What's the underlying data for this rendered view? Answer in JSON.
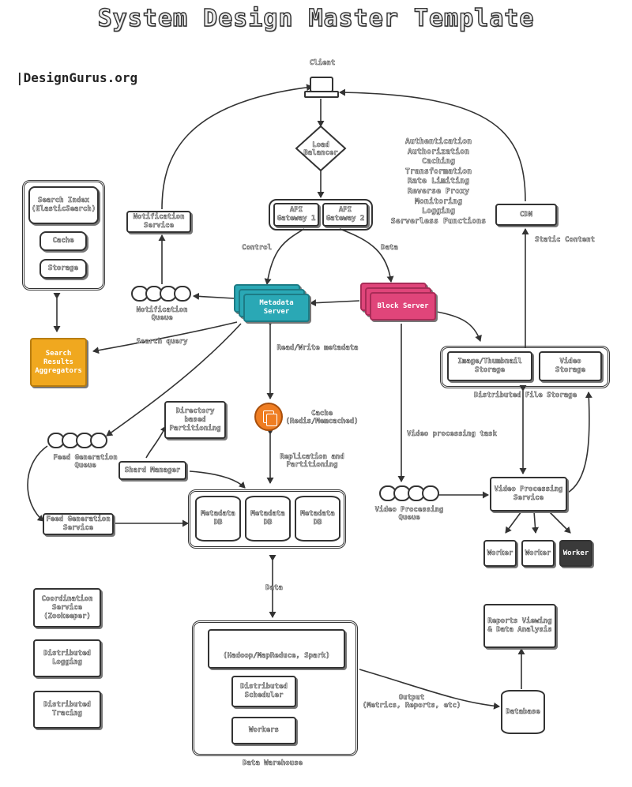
{
  "title": "System Design Master Template",
  "brand": "|DesignGurus.org",
  "nodes": {
    "client": "Client",
    "load_balancer": "Load\nBalancer",
    "api_gateway_1": "API\nGateway 1",
    "api_gateway_2": "API\nGateway 2",
    "gateway_features": [
      "Authentication",
      "Authorization",
      "Caching",
      "Transformation",
      "Rate Limiting",
      "Reverse Proxy",
      "Monitoring",
      "Logging",
      "Serverless Functions"
    ],
    "cdn": "CDN",
    "notification_service": "Notification\nService",
    "notification_queue": "Notification\nQueue",
    "search_index": "Search Index\n(ElasticSearch)",
    "search_cache": "Cache",
    "search_storage": "Storage",
    "search_results_aggregators": "Search\nResults\nAggregators",
    "metadata_server": "Metadata\nServer",
    "block_server": "Block Server",
    "image_thumbnail_storage": "Image/Thumbnail\nStorage",
    "video_storage": "Video\nStorage",
    "distributed_file_storage": "Distributed File Storage",
    "directory_partitioning": "Directory\nbased\nPartitioning",
    "cache_redis": "Cache\n(Redis/Memcached)",
    "feed_generation_queue": "Feed Generation\nQueue",
    "shard_manager": "Shard Manager",
    "feed_generation_service": "Feed Generation\nService",
    "metadata_db_1": "Metadata\nDB",
    "metadata_db_2": "Metadata\nDB",
    "metadata_db_3": "Metadata\nDB",
    "video_processing_queue": "Video Processing\nQueue",
    "video_processing_service": "Video Processing\nService",
    "worker_1": "Worker",
    "worker_2": "Worker",
    "worker_3": "Worker",
    "coordination_service": "Coordination\nService\n(Zookeeper)",
    "distributed_logging": "Distributed\nLogging",
    "distributed_tracing": "Distributed\nTracing",
    "big_data_processing": "(Hadoop/MapReduce, Spark)",
    "distributed_scheduler": "Distributed\nScheduler",
    "dw_workers": "Workers",
    "data_warehouse": "Data Warehouse",
    "reports_viewing": "Reports Viewing\n& Data Analysis",
    "database": "Database"
  },
  "edge_labels": {
    "control": "Control",
    "data_top": "Data",
    "static_content": "Static Content",
    "search_query": "Search query",
    "read_write_metadata": "Read/Write metadata",
    "video_processing_task": "Video processing task",
    "replication_partitioning": "Replication and\nPartitioning",
    "data_bottom": "Data",
    "output": "Output\n(Metrics, Reports, etc)"
  }
}
